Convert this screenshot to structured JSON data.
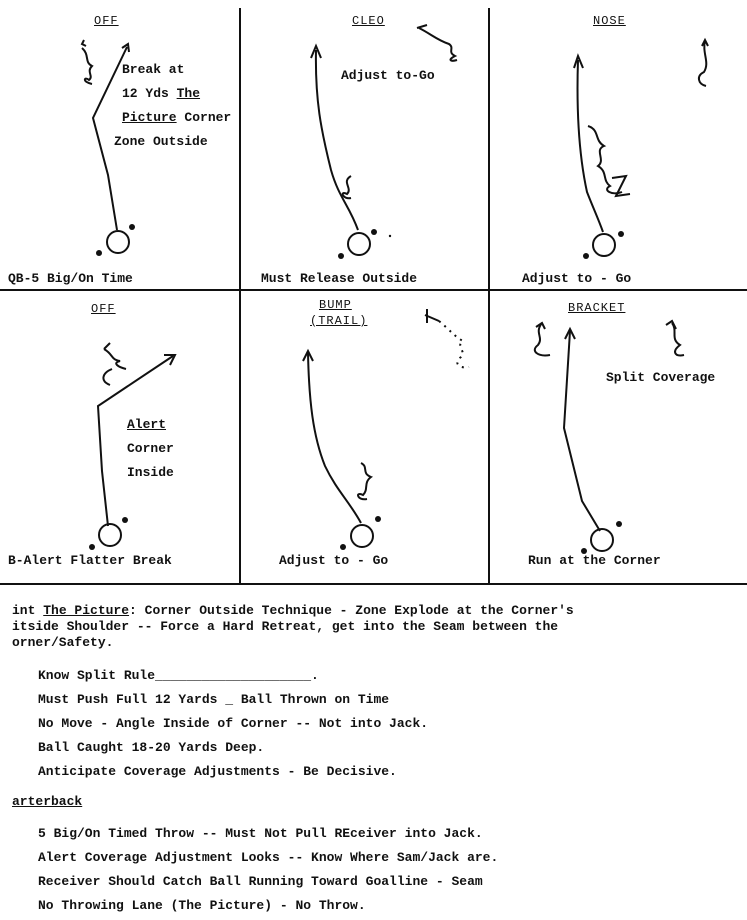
{
  "panels": [
    {
      "title": "OFF",
      "note_lines": [
        "Break at",
        "12 Yds"
      ],
      "note_em": [
        "The",
        "Picture"
      ],
      "note_tail": [
        "Corner",
        "Zone Outside"
      ],
      "caption": "QB-5 Big/On Time"
    },
    {
      "title": "CLEO",
      "note": "Adjust to-Go",
      "caption": "Must Release Outside"
    },
    {
      "title": "NOSE",
      "caption": "Adjust to - Go"
    },
    {
      "title": "OFF",
      "note_lines": [
        "Alert",
        "Corner",
        "Inside"
      ],
      "caption": "B-Alert Flatter Break"
    },
    {
      "title": "BUMP",
      "subtitle": "(TRAIL)",
      "caption": "Adjust to - Go"
    },
    {
      "title": "BRACKET",
      "note": "Split Coverage",
      "caption": "Run at the Corner"
    }
  ],
  "body": {
    "intro_prefix": "int",
    "intro_em": "The Picture",
    "intro_line1": ":  Corner Outside Technique - Zone Explode at the Corner's",
    "intro_line2": "itside Shoulder -- Force a Hard Retreat, get into the Seam between the",
    "intro_line3": "orner/Safety.",
    "rules": [
      "Know Split Rule____________________.",
      "Must Push Full 12 Yards _ Ball Thrown on Time",
      "No Move - Angle Inside of Corner -- Not into Jack.",
      "Ball Caught 18-20 Yards Deep.",
      "Anticipate Coverage Adjustments - Be Decisive."
    ],
    "section": "arterback",
    "qb_rules": [
      "5 Big/On Timed Throw -- Must Not Pull REceiver into Jack.",
      "Alert Coverage Adjustment Looks -- Know Where Sam/Jack are.",
      "Receiver Should Catch Ball Running Toward Goalline - Seam",
      "No Throwing Lane (The Picture) - No Throw."
    ]
  }
}
